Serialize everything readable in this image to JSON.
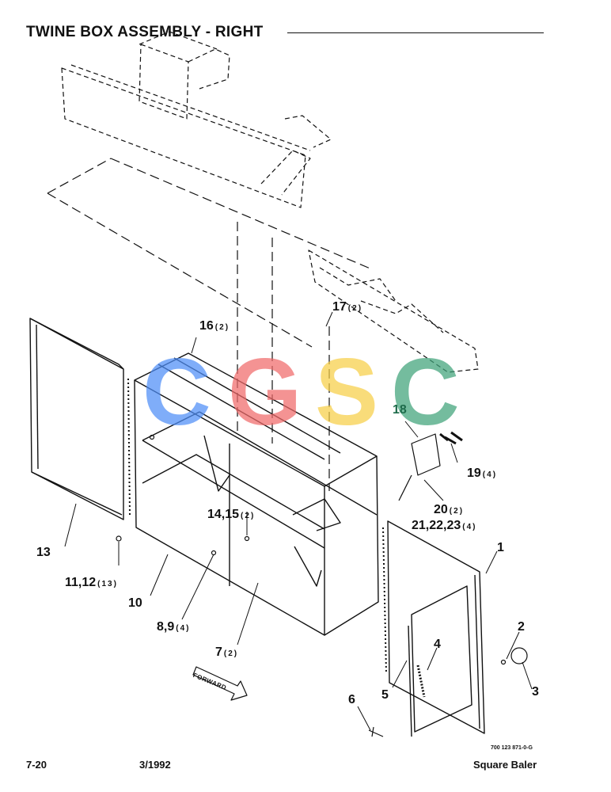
{
  "header": {
    "title": "TWINE BOX ASSEMBLY - RIGHT"
  },
  "callouts": {
    "c1": "1",
    "c2": "2",
    "c3": "3",
    "c4": "4",
    "c5": "5",
    "c6": "6",
    "c7": "7",
    "c7_qty": "(2)",
    "c8_9": "8,9",
    "c8_9_qty": "(4)",
    "c10": "10",
    "c11_12": "11,12",
    "c11_12_qty": "(13)",
    "c13": "13",
    "c14_15": "14,15",
    "c14_15_qty": "(2)",
    "c16": "16",
    "c16_qty": "(2)",
    "c17": "17",
    "c17_qty": "(2)",
    "c18": "18",
    "c19": "19",
    "c19_qty": "(4)",
    "c20": "20",
    "c20_qty": "(2)",
    "c21_23": "21,22,23",
    "c21_23_qty": "(4)"
  },
  "direction_label": "FORWARD",
  "drawing_number": "700 123 871-0-G",
  "footer": {
    "page": "7-20",
    "date": "3/1992",
    "product": "Square Baler"
  },
  "watermark": {
    "letters": [
      "C",
      "G",
      "S",
      "C"
    ],
    "colors": [
      "#4f8ef7",
      "#f06a6a",
      "#f7cf48",
      "#3fa37a"
    ]
  }
}
